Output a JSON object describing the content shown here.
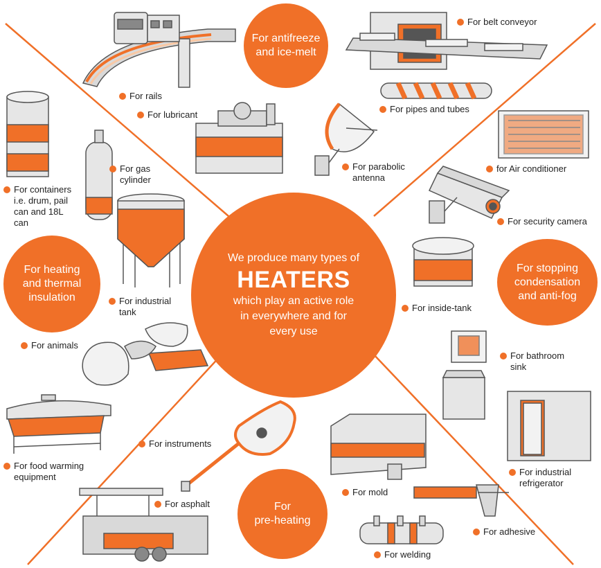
{
  "colors": {
    "accent": "#f07028",
    "accent_light": "#f9c8a4",
    "outline": "#555555",
    "gray": "#d6d6d6"
  },
  "center": {
    "line1": "We produce many types of",
    "headline": "HEATERS",
    "line2": "which play an active role\nin everywhere and for\nevery use"
  },
  "categories": {
    "antifreeze": "For antifreeze\nand ice-melt",
    "heating": "For heating\nand thermal\ninsulation",
    "condensation": "For stopping\ncondensation\nand anti-fog",
    "preheating": "For\npre-heating"
  },
  "labels": {
    "rails": "For rails",
    "lubricant": "For lubricant",
    "belt_conveyor": "For belt conveyor",
    "pipes": "For pipes and tubes",
    "parabolic": "For parabolic\nantenna",
    "air_conditioner": "for Air conditioner",
    "security_camera": "For security camera",
    "containers": "For containers\ni.e. drum, pail\ncan and 18L\ncan",
    "gas_cylinder": "For gas\ncylinder",
    "industrial_tank": "For industrial\ntank",
    "inside_tank": "For inside-tank",
    "animals": "For animals",
    "bathroom_sink": "For bathroom\nsink",
    "food_warming": "For food warming\nequipment",
    "instruments": "For instruments",
    "industrial_refrigerator": "For industrial\nrefrigerator",
    "asphalt": "For asphalt",
    "mold": "For mold",
    "adhesive": "For adhesive",
    "welding": "For welding"
  }
}
